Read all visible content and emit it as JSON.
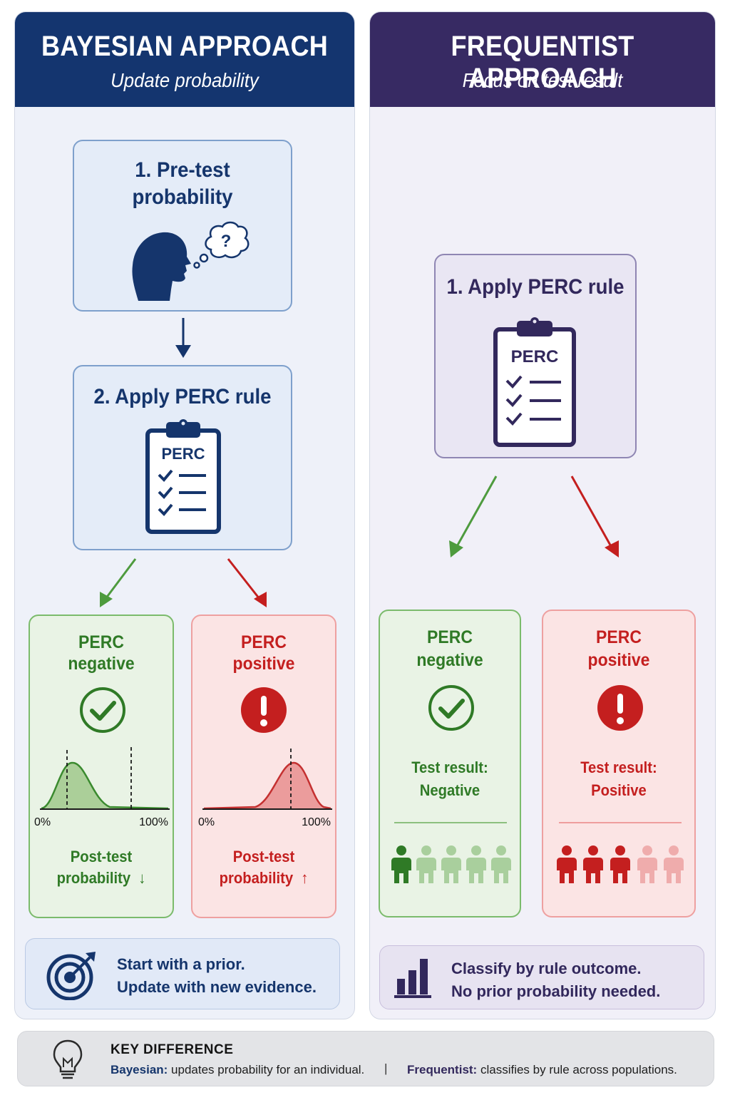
{
  "bayesian": {
    "title": "BAYESIAN APPROACH",
    "subtitle": "Update probability",
    "step1": {
      "line1": "1. Pre-test",
      "line2": "probability"
    },
    "step2": {
      "label": "2. Apply PERC rule",
      "clipboard": "PERC"
    },
    "negative": {
      "line1": "PERC",
      "line2": "negative",
      "axis_min": "0%",
      "axis_max": "100%",
      "post1": "Post-test",
      "post2": "probability",
      "arrow": "↓"
    },
    "positive": {
      "line1": "PERC",
      "line2": "positive",
      "axis_min": "0%",
      "axis_max": "100%",
      "post1": "Post-test",
      "post2": "probability",
      "arrow": "↑"
    },
    "summary": {
      "line1": "Start with a prior.",
      "line2": "Update with new evidence."
    }
  },
  "frequentist": {
    "title": "FREQUENTIST APPROACH",
    "subtitle": "Focus on test result",
    "step1": {
      "label": "1. Apply PERC rule",
      "clipboard": "PERC"
    },
    "negative": {
      "line1": "PERC",
      "line2": "negative",
      "result1": "Test result:",
      "result2": "Negative",
      "people_highlighted": 1,
      "people_total": 5
    },
    "positive": {
      "line1": "PERC",
      "line2": "positive",
      "result1": "Test result:",
      "result2": "Positive",
      "people_highlighted": 3,
      "people_total": 5
    },
    "summary": {
      "line1": "Classify by rule outcome.",
      "line2": "No prior probability needed."
    }
  },
  "footer": {
    "heading": "KEY DIFFERENCE",
    "bayes_label": "Bayesian:",
    "bayes_text": " updates probability for an individual.",
    "separator": "|",
    "freq_label": "Frequentist:",
    "freq_text": " classifies by rule across populations."
  },
  "colors": {
    "navy": "#15356c",
    "purple": "#32285c",
    "green": "#2f7a26",
    "red": "#c41f1f"
  },
  "icons": [
    "thinking-head-icon",
    "clipboard-checklist-icon",
    "check-circle-icon",
    "alert-circle-icon",
    "target-icon",
    "bar-chart-icon",
    "lightbulb-icon",
    "person-icon"
  ]
}
